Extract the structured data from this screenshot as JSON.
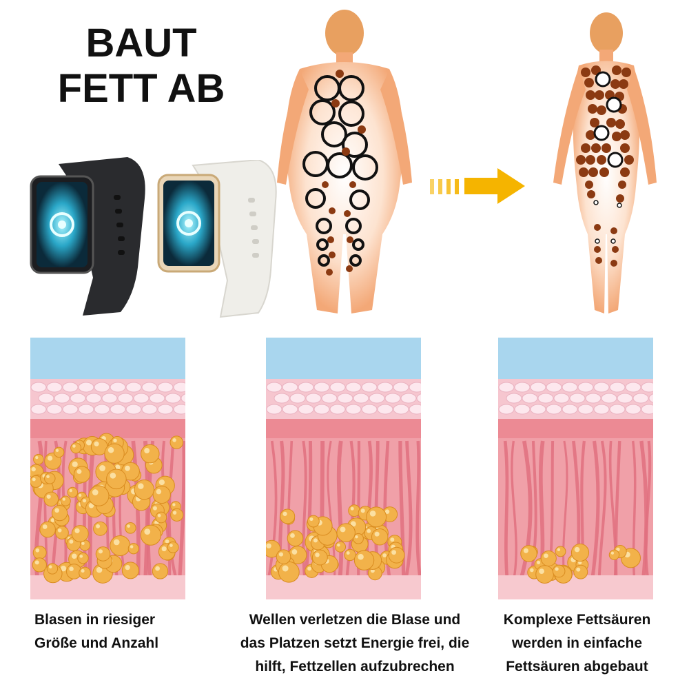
{
  "headline": {
    "line1": "BAUT",
    "line2": "FETT AB"
  },
  "products": [
    {
      "name": "black-smart-band",
      "color": "#2a2b2e"
    },
    {
      "name": "white-smart-band",
      "color": "#efeee9"
    }
  ],
  "body_figures": {
    "before_label": "",
    "after_label": "",
    "skin_color": "#f3a877",
    "glow_color": "#ffffff",
    "fat_cell_color": "#8b3a12"
  },
  "arrow": {
    "color": "#f5b400",
    "icon": "right-arrow-icon"
  },
  "panels": [
    {
      "caption": [
        "Blasen in riesiger",
        "Größe und Anzahl"
      ],
      "fat_level": 1.0
    },
    {
      "caption": [
        "Wellen verletzen die Blase und",
        "das Platzen setzt Energie frei, die",
        "hilft, Fettzellen aufzubrechen"
      ],
      "fat_level": 0.45
    },
    {
      "caption": [
        "Komplexe Fettsäuren",
        "werden in einfache",
        "Fettsäuren abgebaut"
      ],
      "fat_level": 0.15
    }
  ],
  "colors": {
    "sky": "#a9d6ee",
    "skin_top": "#f6c6cf",
    "tissue": "#f0a0a8",
    "fiber": "#e0707f",
    "fat": "#f2b24a"
  }
}
